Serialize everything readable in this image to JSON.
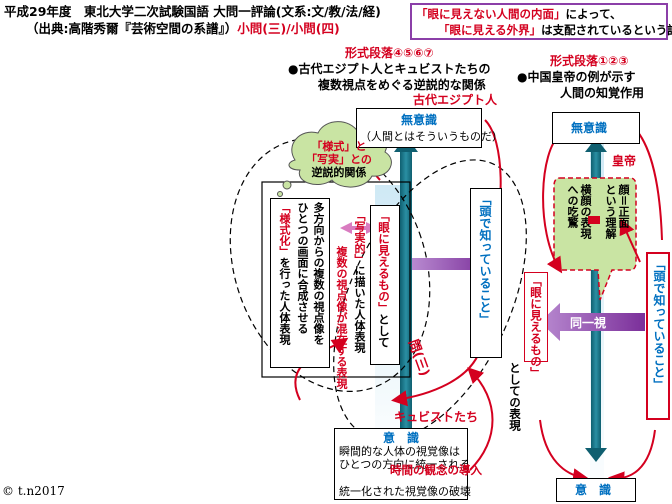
{
  "header": {
    "line1": "平成29年度　東北大学二次試験国語 大問一評論(文系:文/教/法/経)",
    "line2_prefix": "（出典:高階秀爾『芸術空間の系譜』）",
    "line2_suffix": "小問(三)/小問(四)",
    "summary_quote1": "「眼に見えない人間の内面」",
    "summary_tail1": "によって、",
    "summary_quote2": "「眼に見える外界」",
    "summary_tail2": "は支配されているという話"
  },
  "left": {
    "section_label": "形式段落④⑤⑥⑦",
    "title_line1": "●古代エジプト人とキュビストたちの",
    "title_line2": "複数視点をめぐる逆説的な関係",
    "egypt_label": "古代エジプト人",
    "unconscious_title": "無意識",
    "unconscious_sub": "（人間とはそういうものだ）",
    "cloud_l1": "「様式」と",
    "cloud_l2": "「写実」との",
    "cloud_l3": "逆説的関係",
    "visible_vert_red": "「眼に見えるもの」",
    "visible_vert_tail": "として",
    "realistic_red": "「写実的」",
    "realistic_tail": "に描いた人体表現",
    "mixed_vert": "複数の視点像が混在する表現",
    "multi_vert1": "多方向からの複数の視点像を",
    "multi_vert2": "ひとつの画面に合成させる",
    "stylize_red": "「様式化」",
    "stylize_tail": "を行った人体表現",
    "head_knowing": "「頭で知っていること」",
    "question_label": "問(三)",
    "cubist_label": "キュビストたち",
    "conscious_title": "意　識",
    "conscious_l1": "瞬間的な人体の視覚像は",
    "conscious_l2": "ひとつの方向に統一される",
    "time_concept": "時間の観念の導入",
    "destroy": "統一化された視覚像の破壊",
    "credit": "© t.n2017"
  },
  "right": {
    "section_label": "形式段落①②③",
    "title_line1": "●中国皇帝の例が示す",
    "title_line2": "人間の知覚作用",
    "unconscious_title": "無意識",
    "emperor": "皇帝",
    "face_front_l1": "顔＝正面",
    "face_front_l2": "という理解",
    "side_l1": "横顔の表現",
    "side_l2": "への吃驚",
    "same_view": "同一視",
    "visible_red": "「眼に見えるもの」",
    "visible_tail": "としての表現",
    "head_knowing": "「頭で知っていること」",
    "conscious_title": "意　識"
  },
  "colors": {
    "red": "#d4001f",
    "blue": "#0070c0",
    "teal": "#1f7a8c",
    "purple": "#8b3fa8",
    "green": "#c9e4a3"
  }
}
